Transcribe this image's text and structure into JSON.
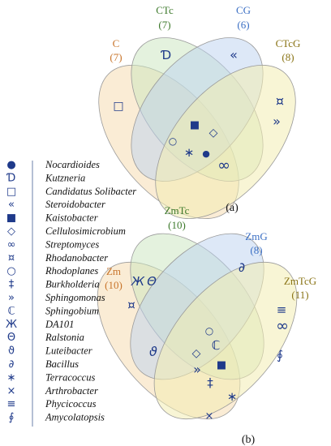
{
  "legend": [
    {
      "symbol": "●",
      "name": "Nocardioides"
    },
    {
      "symbol": "Ɗ",
      "name": "Kutzneria"
    },
    {
      "symbol": "□",
      "name": "Candidatus Solibacter"
    },
    {
      "symbol": "«",
      "name": "Steroidobacter"
    },
    {
      "symbol": "■",
      "name": "Kaistobacter"
    },
    {
      "symbol": "◇",
      "name": "Cellulosimicrobium"
    },
    {
      "symbol": "∞",
      "name": "Streptomyces"
    },
    {
      "symbol": "¤",
      "name": "Rhodanobacter"
    },
    {
      "symbol": "○",
      "name": "Rhodoplanes"
    },
    {
      "symbol": "‡",
      "name": "Burkholderia"
    },
    {
      "symbol": "»",
      "name": "Sphingomonas"
    },
    {
      "symbol": "ℂ",
      "name": "Sphingobium"
    },
    {
      "symbol": "Ж",
      "name": "DA101"
    },
    {
      "symbol": "Θ",
      "name": "Ralstonia"
    },
    {
      "symbol": "ϑ",
      "name": "Luteibacter"
    },
    {
      "symbol": "∂",
      "name": "Bacillus"
    },
    {
      "symbol": "∗",
      "name": "Terracoccus"
    },
    {
      "symbol": "×",
      "name": "Arthrobacter"
    },
    {
      "symbol": "≡",
      "name": "Phycicoccus"
    },
    {
      "symbol": "∮",
      "name": "Amycolatopsis"
    }
  ],
  "diagram_a": {
    "caption": "(a)",
    "sets": [
      {
        "label": "C",
        "count": "(7)",
        "color": "#c8742a"
      },
      {
        "label": "CTc",
        "count": "(7)",
        "color": "#3e7a2c"
      },
      {
        "label": "CG",
        "count": "(6)",
        "color": "#3b6fc4"
      },
      {
        "label": "CTcG",
        "count": "(8)",
        "color": "#8a7416"
      }
    ],
    "symbols": [
      "Ɗ",
      "«",
      "□",
      "¤",
      "»",
      "■",
      "◇",
      "○",
      "∗",
      "●",
      "∞"
    ]
  },
  "diagram_b": {
    "caption": "(b)",
    "sets": [
      {
        "label": "Zm",
        "count": "(10)",
        "color": "#c8742a"
      },
      {
        "label": "ZmTc",
        "count": "(10)",
        "color": "#3e7a2c"
      },
      {
        "label": "ZmG",
        "count": "(8)",
        "color": "#3b6fc4"
      },
      {
        "label": "ZmTcG",
        "count": "(11)",
        "color": "#8a7416"
      }
    ],
    "symbols": [
      "Ж",
      "Θ",
      "∂",
      "¤",
      "≡",
      "∞",
      "○",
      "ℂ",
      "◇",
      "ϑ",
      "»",
      "■",
      "‡",
      "∗",
      "∮",
      "×"
    ]
  }
}
